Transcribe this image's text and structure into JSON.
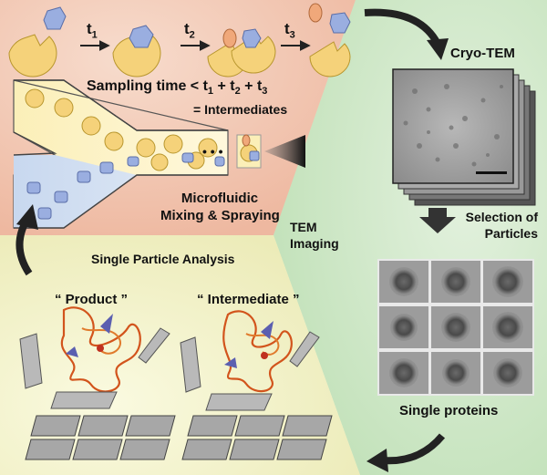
{
  "reaction": {
    "t1_base": "t",
    "t1_sub": "1",
    "t2_base": "t",
    "t2_sub": "2",
    "t3_base": "t",
    "t3_sub": "3"
  },
  "sampling": {
    "prefix": "Sampling time < t",
    "s1": "1",
    "plus1": " + t",
    "s2": "2",
    "plus2": " + t",
    "s3": "3",
    "result": "= Intermediates"
  },
  "ellipsis": "• • •",
  "cryo_tem": "Cryo-TEM",
  "microfluidic": {
    "line1": "Microfluidic",
    "line2": "Mixing & Spraying"
  },
  "tem_imaging": {
    "line1": "TEM",
    "line2": "Imaging"
  },
  "selection": {
    "line1": "Selection of",
    "line2": "Particles"
  },
  "spa": "Single Particle Analysis",
  "product": "“ Product ”",
  "intermediate": "“ Intermediate ”",
  "single_proteins": "Single proteins",
  "colors": {
    "peach_panel": "#f2c9b5",
    "green_panel": "#cfe8c8",
    "yellow_panel": "#f3f2c8",
    "enzyme": "#f5d27a",
    "substrate": "#9aaee0",
    "product_shape": "#f0a87a",
    "arrow": "#222222"
  }
}
